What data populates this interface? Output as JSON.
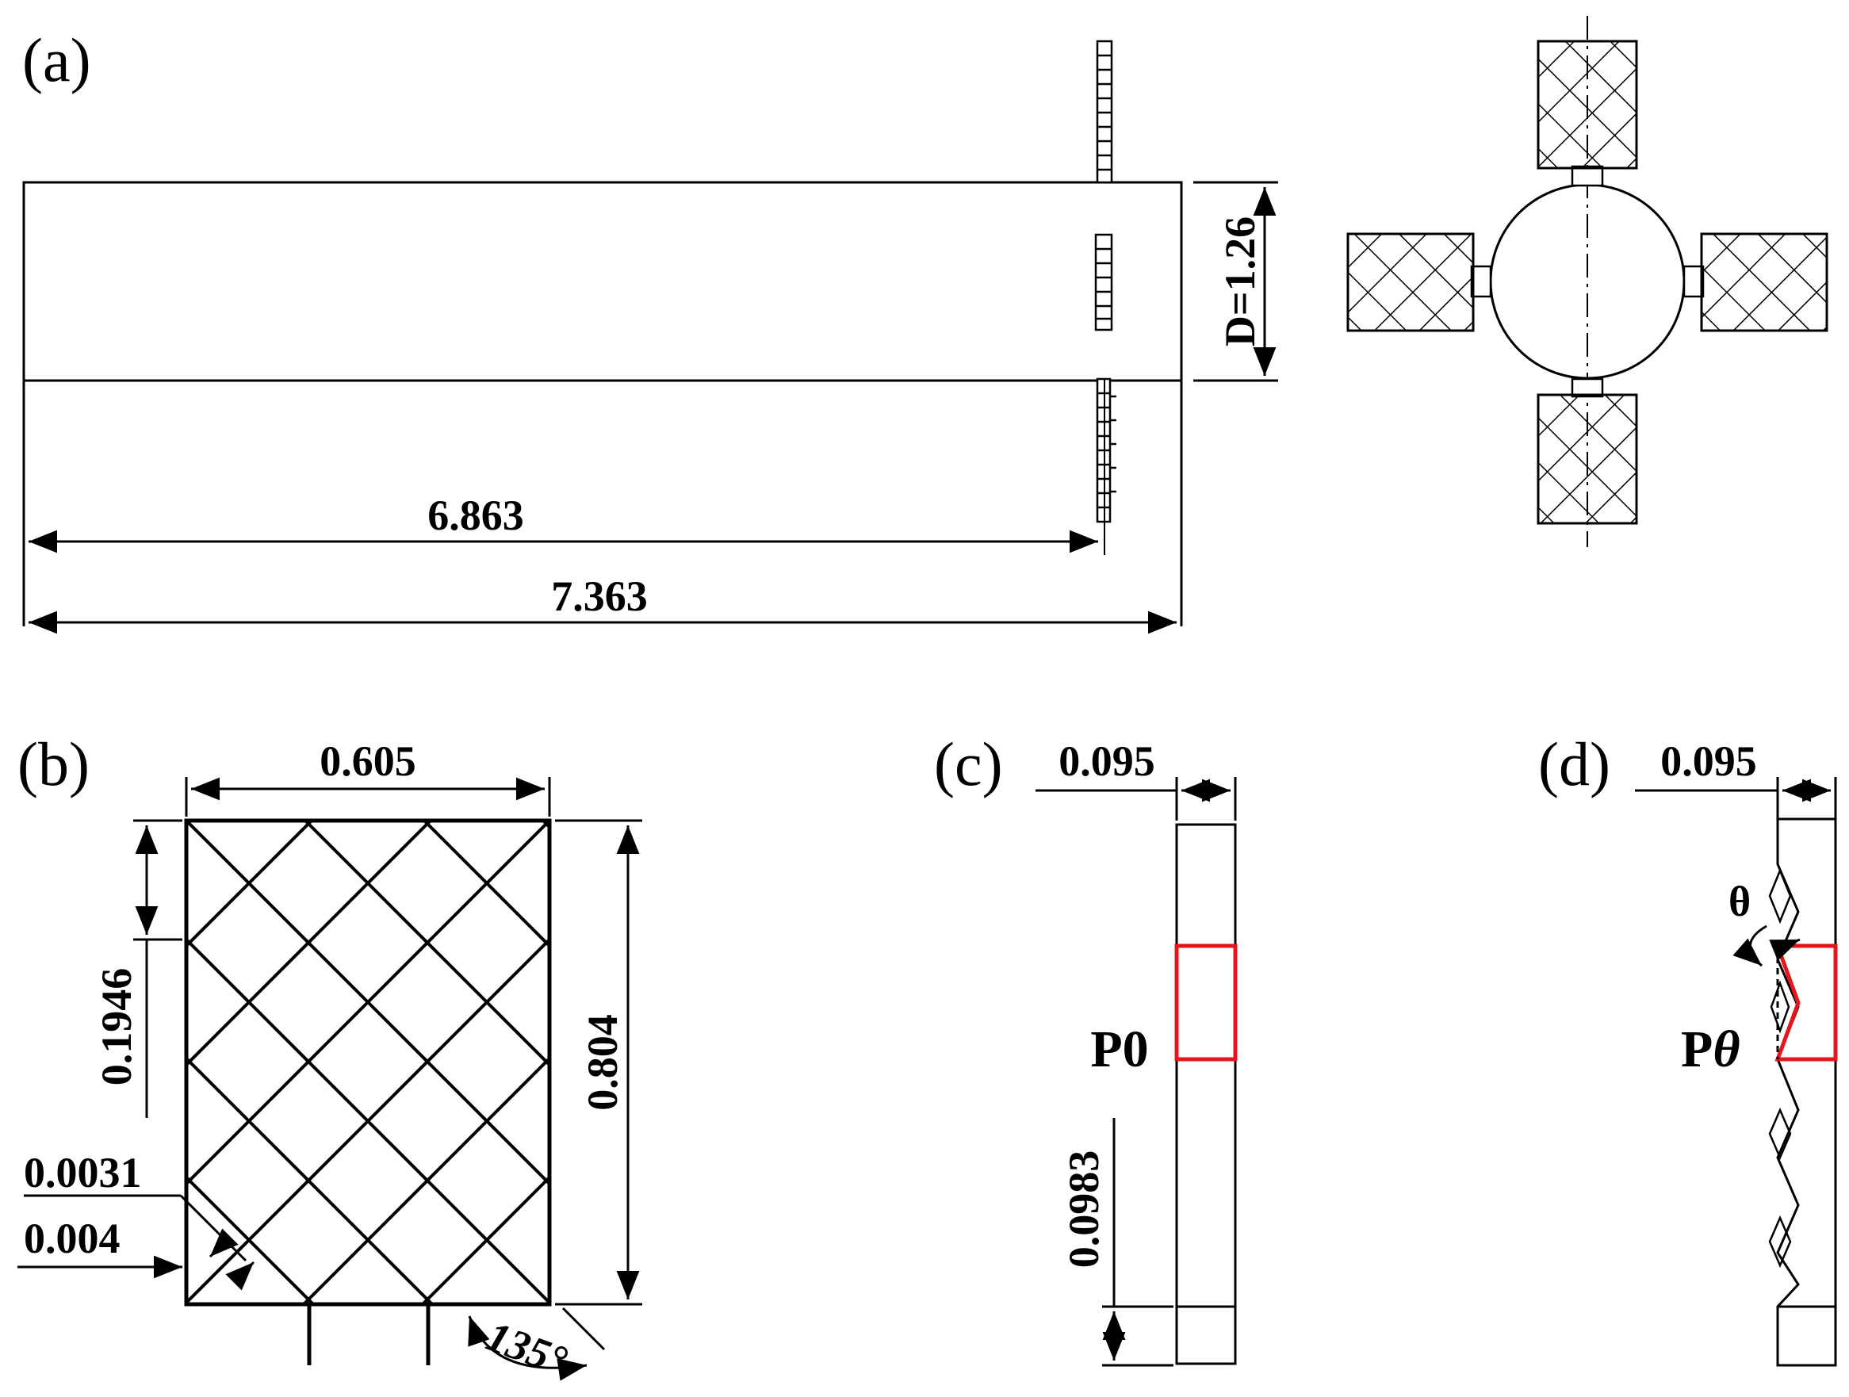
{
  "panels": {
    "a": {
      "label": "(a)",
      "dim_diameter": "D=1.26",
      "dim_inner_length": "6.863",
      "dim_total_length": "7.363"
    },
    "b": {
      "label": "(b)",
      "dim_width": "0.605",
      "dim_height": "0.804",
      "dim_spacing": "0.1946",
      "dim_wire": "0.0031",
      "dim_gap": "0.004",
      "dim_angle": "135°"
    },
    "c": {
      "label": "(c)",
      "dim_thickness": "0.095",
      "dim_end": "0.0983",
      "name": "P0"
    },
    "d": {
      "label": "(d)",
      "dim_thickness": "0.095",
      "angle_symbol": "θ",
      "name_prefix": "P",
      "name_symbol": "θ"
    }
  },
  "colors": {
    "line": "#000000",
    "highlight": "#e8141b",
    "background": "#ffffff"
  }
}
